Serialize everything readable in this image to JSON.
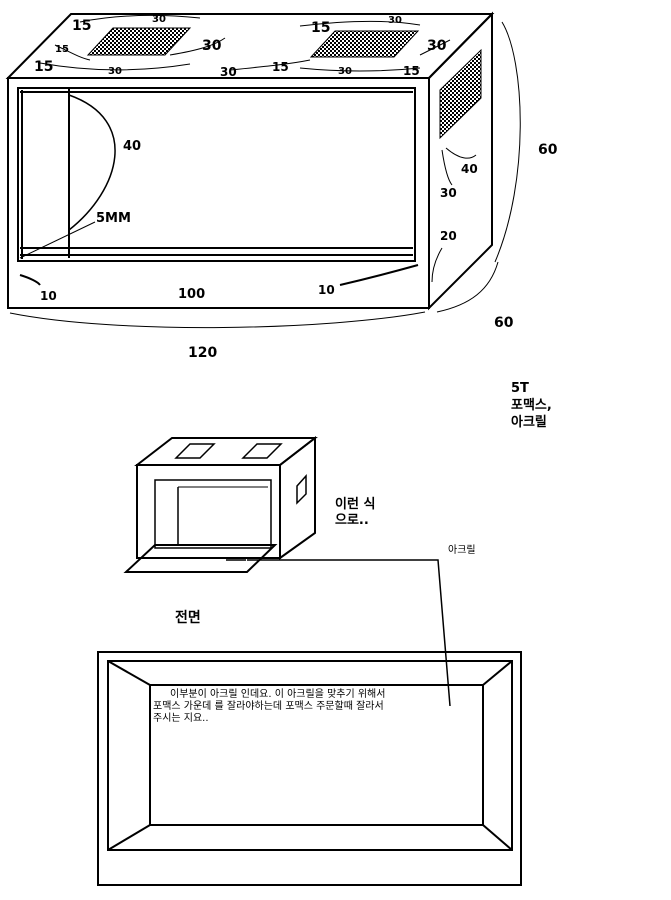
{
  "top_dims": {
    "left_vent": [
      "15",
      "30",
      "30",
      "15",
      "15",
      "30"
    ],
    "right_vent": [
      "15",
      "30",
      "30",
      "15",
      "30",
      "15"
    ],
    "middle": "30"
  },
  "box_dims": {
    "depth_label": "40",
    "thickness_label": "5MM",
    "height_label": "60",
    "depth_bottom_label": "60",
    "side_vent_a": "40",
    "side_vent_b": "30",
    "side_lip": "20",
    "front_left": "10",
    "front_mid": "100",
    "front_right": "10",
    "total_width": "120"
  },
  "material_note": {
    "line1": "5T",
    "line2": "포맥스,",
    "line3": "아크릴"
  },
  "sketch_caption": {
    "line1": "이런 식",
    "line2": "으로.."
  },
  "acrylic_label": "아크릴",
  "front_label": "전면",
  "front_note": {
    "line1": "이부분이 아크릴 인데요. 이 아크릴을 맞추기 위해서",
    "line2": "포맥스 가운데 를 잘라야하는데 포맥스 주문할때 잘라서",
    "line3": "주시는 지요.."
  },
  "colors": {
    "ink": "#000000",
    "paper": "#ffffff"
  }
}
